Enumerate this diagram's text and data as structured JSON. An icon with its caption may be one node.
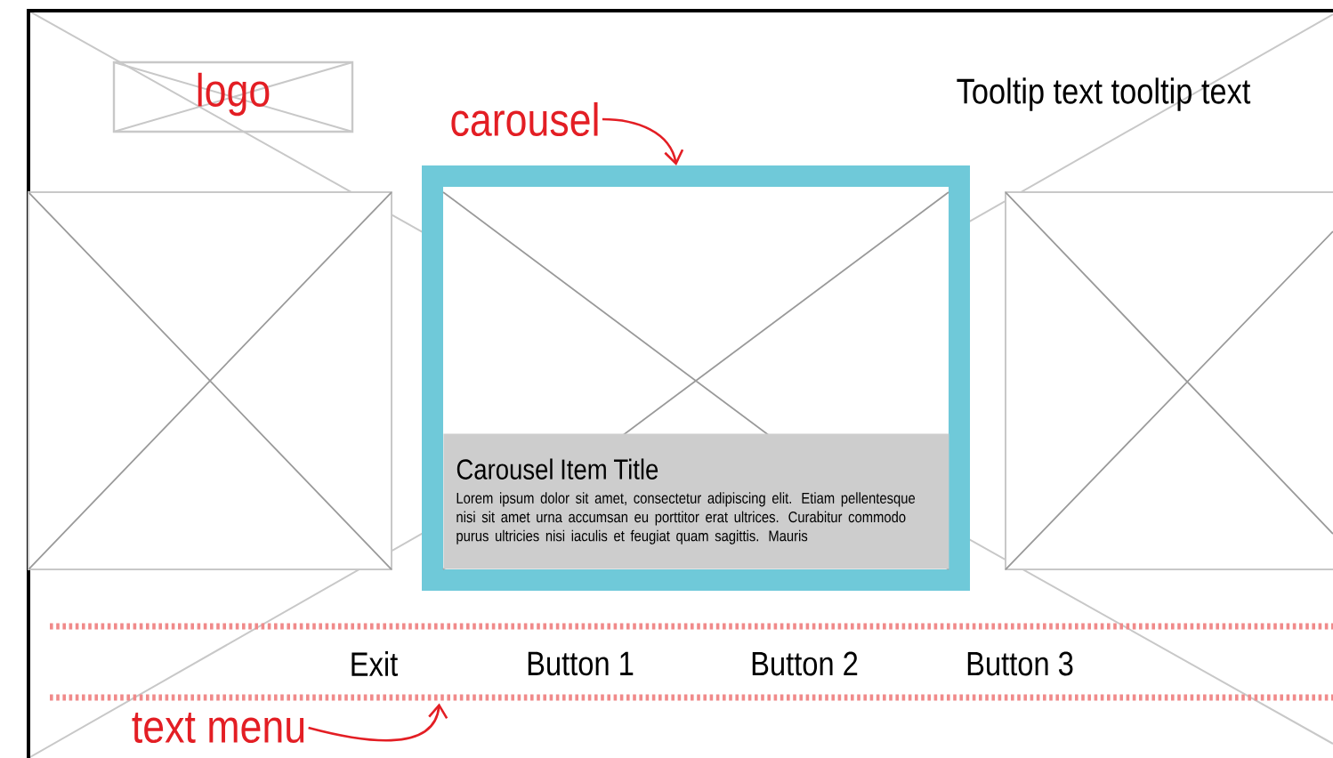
{
  "diagram": {
    "nodes": [
      {
        "text": [
          "logo"
        ]
      },
      {
        "text": [
          "carousel"
        ]
      },
      {
        "text": [],
        "shape": "box"
      },
      {
        "text": [
          "Carousel Item Title",
          "Lorem ipsum dolor sit amet, consectetur adipiscing elit. Etiam pellentesque nisi sit amet urna accumsan eu porttitor erat ultrices. Curabitur commodo purus ultricies nisi iaculis et feugiat quam sagittis. Mauris"
        ],
        "in": 2
      },
      {
        "text": [
          "text menu"
        ]
      },
      {
        "text": [
          "Exit",
          "Button 1",
          "Button 2",
          "Button 3"
        ]
      }
    ],
    "edges": [
      {
        "from": 1,
        "to": 2,
        "arrow": "to"
      },
      {
        "from": 4,
        "to": 5,
        "arrow": "to"
      }
    ],
    "labels": [
      "Tooltip text tooltip text"
    ]
  }
}
